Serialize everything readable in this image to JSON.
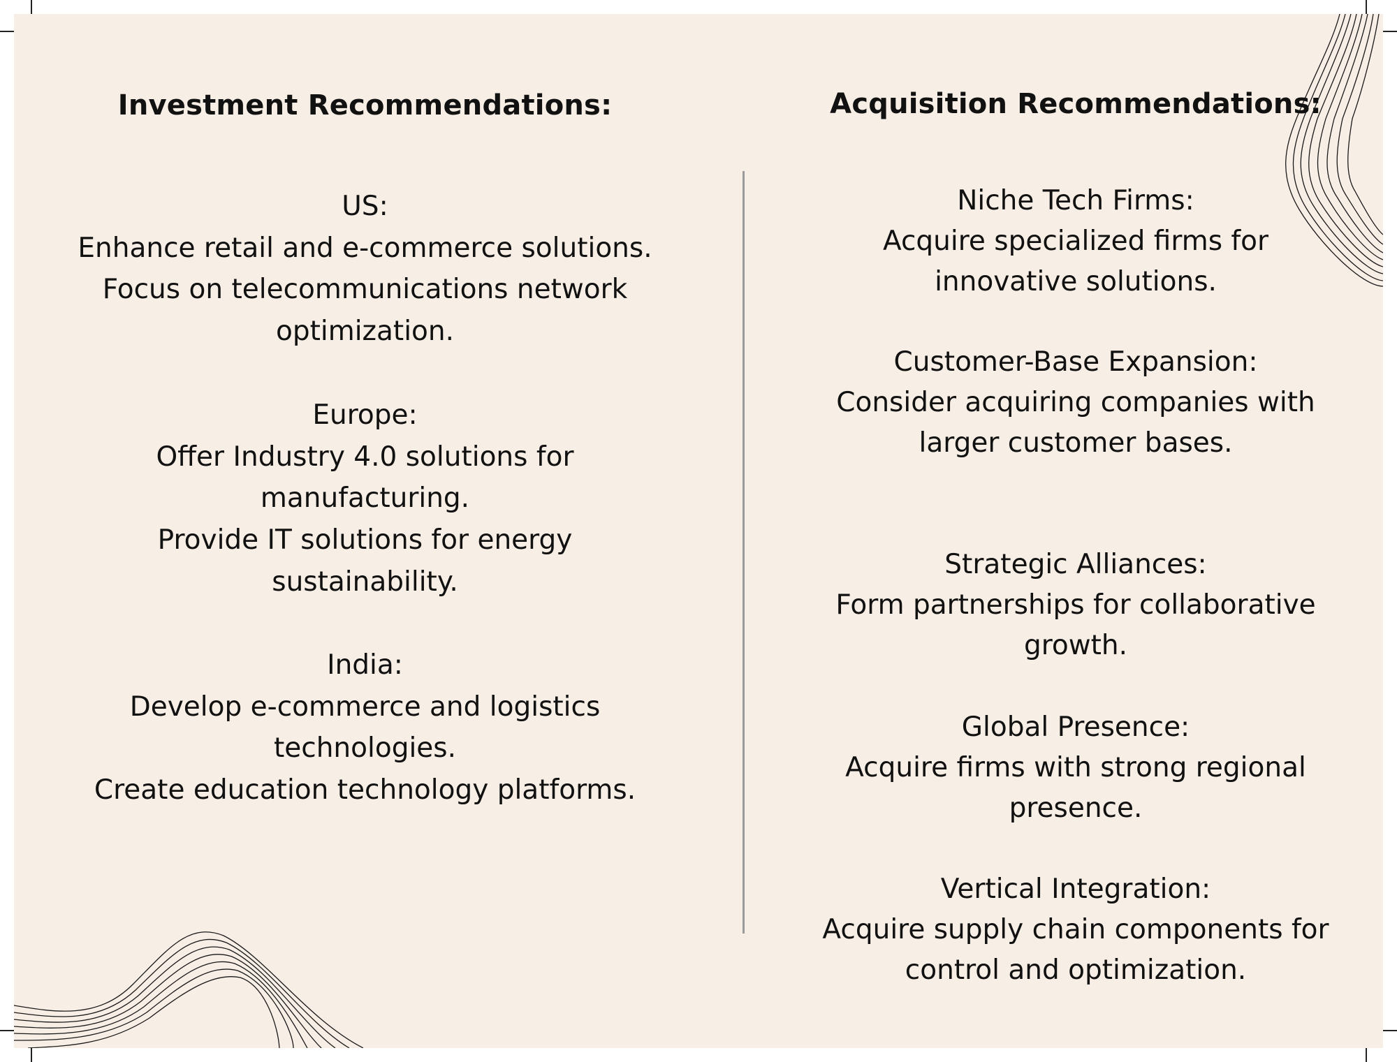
{
  "investment": {
    "heading": "Investment Recommendations:",
    "us": {
      "label": "US:",
      "lines": [
        "Enhance retail and e-commerce solutions.",
        "Focus on telecommunications network",
        "optimization."
      ]
    },
    "europe": {
      "label": "Europe:",
      "lines": [
        "Offer Industry 4.0 solutions for",
        "manufacturing.",
        "Provide IT solutions for energy",
        "sustainability."
      ]
    },
    "india": {
      "label": "India:",
      "lines": [
        "Develop e-commerce and logistics",
        "technologies.",
        "Create education technology platforms."
      ]
    }
  },
  "acquisition": {
    "heading": "Acquisition Recommendations:",
    "niche": {
      "label": "Niche Tech Firms:",
      "lines": [
        "Acquire specialized firms for",
        "innovative solutions."
      ]
    },
    "customer_base": {
      "label": "Customer-Base Expansion:",
      "lines": [
        "Consider acquiring companies with",
        "larger customer bases."
      ]
    },
    "alliances": {
      "label": "Strategic Alliances:",
      "lines": [
        "Form partnerships for collaborative",
        "growth."
      ]
    },
    "global": {
      "label": "Global Presence:",
      "lines": [
        "Acquire firms with strong regional",
        "presence."
      ]
    },
    "vertical": {
      "label": "Vertical Integration:",
      "lines": [
        "Acquire supply chain components for",
        "control and optimization."
      ]
    }
  },
  "colors": {
    "background": "#f7eee5",
    "text": "#111111",
    "divider": "#9a9a9a"
  },
  "icons": [
    "wave-lines-top-right-icon",
    "wave-lines-bottom-left-icon"
  ]
}
